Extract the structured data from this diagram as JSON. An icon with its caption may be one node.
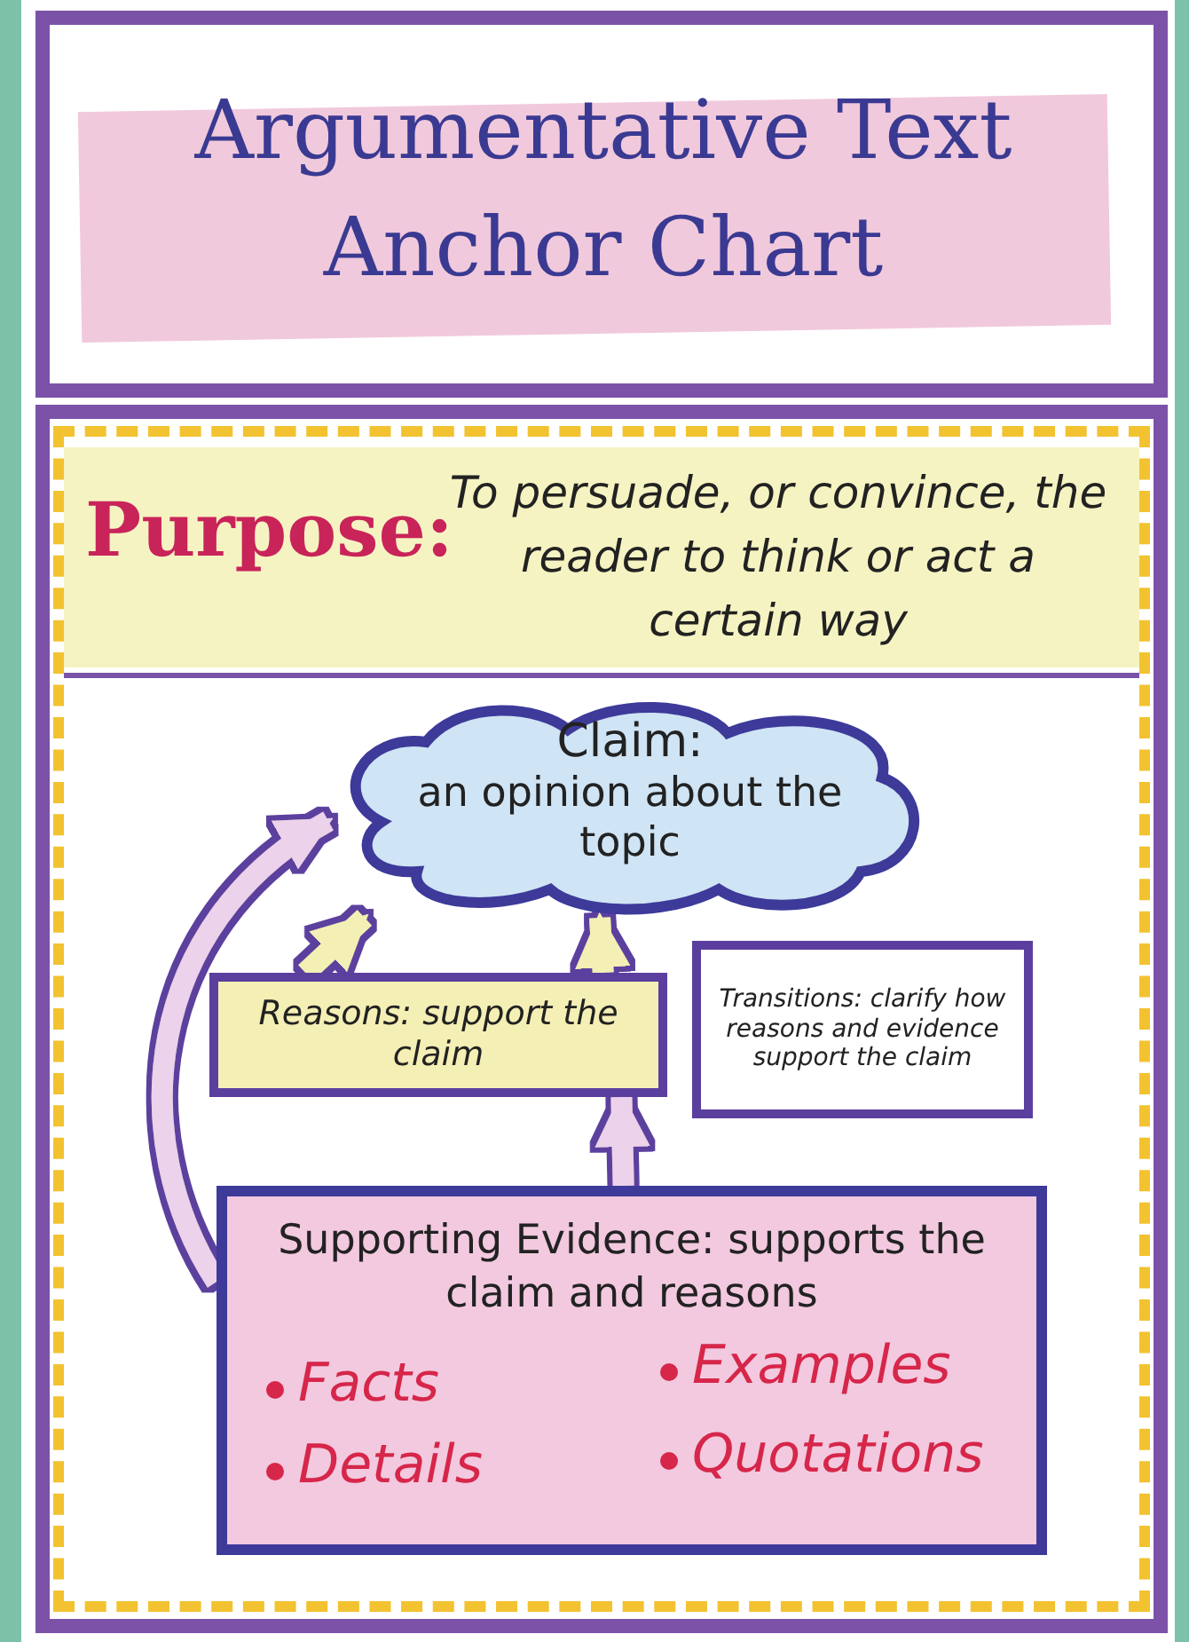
{
  "diagram": {
    "title": "Argumentative Text Anchor Chart",
    "nodes": [
      {
        "text": [
          "Purpose:",
          "To persuade, or convince, the reader to think or act a certain way"
        ]
      },
      {
        "text": [
          "Claim:",
          "an opinion about the topic"
        ]
      },
      {
        "text": [
          "Reasons: support the claim"
        ]
      },
      {
        "text": [
          "Transitions: clarify how reasons and evidence support the claim"
        ]
      },
      {
        "text": [
          "Supporting Evidence: supports the claim and reasons",
          "Facts",
          "Examples",
          "Details",
          "Quotations"
        ]
      }
    ],
    "edges": [
      {
        "from": 2,
        "to": 1,
        "arrow": "to",
        "color": "#f4efb4"
      },
      {
        "from": 2,
        "to": 1,
        "arrow": "to",
        "color": "#f4efb4"
      },
      {
        "from": 4,
        "to": 2,
        "arrow": "to"
      },
      {
        "from": 4,
        "to": 1,
        "arrow": "to"
      }
    ]
  }
}
